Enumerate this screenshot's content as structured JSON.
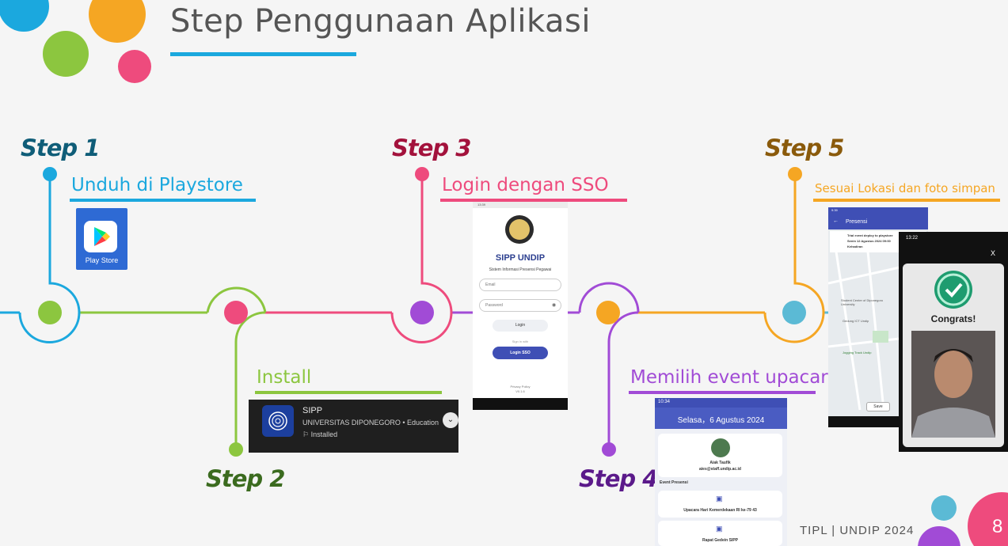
{
  "slide": {
    "title": "Step Penggunaan Aplikasi",
    "footer": "TIPL | UNDIP 2024",
    "page_number": "8"
  },
  "colors": {
    "step1": "#1ba8de",
    "step2": "#8cc63f",
    "step3": "#ee4b7d",
    "step4": "#a14bd6",
    "step5": "#f5a623",
    "accent_blue": "#3f4fb5"
  },
  "steps": [
    {
      "label": "Step 1",
      "task": "Unduh di  Playstore",
      "label_color": "#0f5d78"
    },
    {
      "label": "Step 2",
      "task": "Install",
      "label_color": "#3b6b1f"
    },
    {
      "label": "Step 3",
      "task": "Login dengan SSO",
      "label_color": "#a3123c"
    },
    {
      "label": "Step 4",
      "task": "Memilih event upacara",
      "label_color": "#5b1a8a"
    },
    {
      "label": "Step 5",
      "task": "Sesuai Lokasi dan foto simpan",
      "label_color": "#8a5a0b"
    }
  ],
  "playstore": {
    "label": "Play Store"
  },
  "install_card": {
    "app_name": "SIPP",
    "developer": "UNIVERSITAS DIPONEGORO • Education",
    "state": "Installed"
  },
  "login_screen": {
    "status_time": "13:39",
    "app_title": "SIPP UNDIP",
    "subtitle": "Sistem Informasi Presensi Pegawai",
    "email_placeholder": "Email",
    "password_placeholder": "Password",
    "login_button": "Login",
    "sign_in_with": "Sign in with",
    "sso_button": "Login SSO",
    "privacy": "Privacy Policy",
    "version": "V0.1.6"
  },
  "event_screen": {
    "status_time": "10:34",
    "date": "Selasa，6 Agustus 2024",
    "user_name": "Aiak Taufik",
    "user_email": "aies@staff.undip.ac.id",
    "section": "Event Presensi",
    "events": [
      "Upacara Hari Kemerdekaan RI ke-79 43",
      "Rapat Gedein SIPP"
    ]
  },
  "map_screen": {
    "status_time": "9:39",
    "header": "Presensi",
    "notice": "Trial event deploy to playstore Senin 12 Agustus 2024 09:00 Kehadiran",
    "places": [
      "Student Center of Diponegoro University",
      "Gedung ICT Undip",
      "Jogging Track Undip"
    ],
    "save_button": "Save"
  },
  "congrats_screen": {
    "status_time": "13:22",
    "close": "X",
    "message": "Congrats!"
  }
}
